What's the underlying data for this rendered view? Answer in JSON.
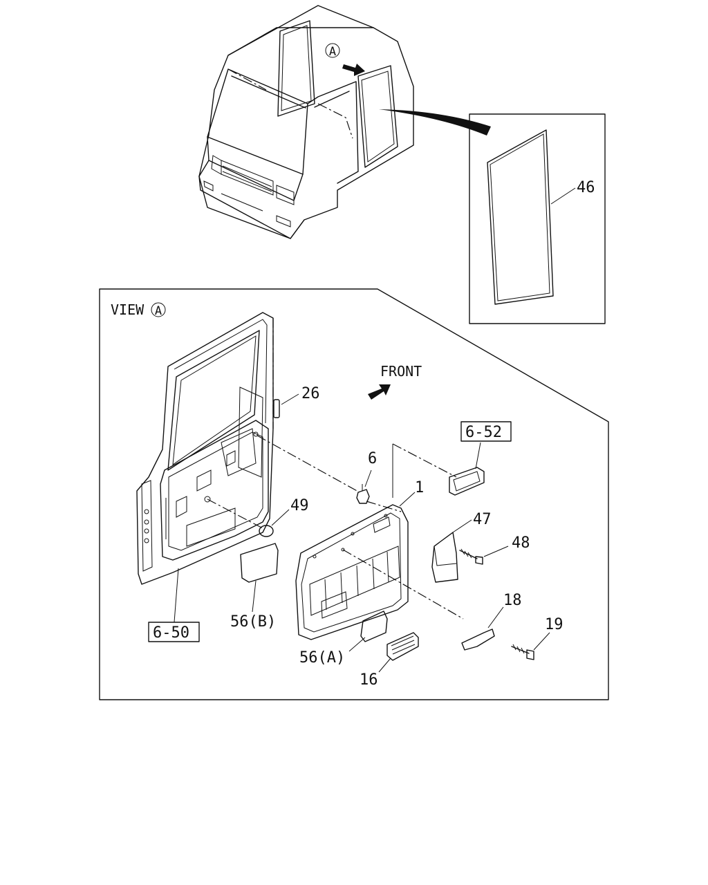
{
  "labels": {
    "view_a": "VIEW",
    "circle_a": "A",
    "front": "FRONT",
    "p46": "46",
    "p26": "26",
    "p6": "6",
    "p1": "1",
    "p49": "49",
    "p47": "47",
    "p48": "48",
    "p18": "18",
    "p19": "19",
    "p16": "16",
    "p56b": "56(B)",
    "p56a": "56(A)",
    "ref652": "6-52",
    "ref650": "6-50"
  }
}
